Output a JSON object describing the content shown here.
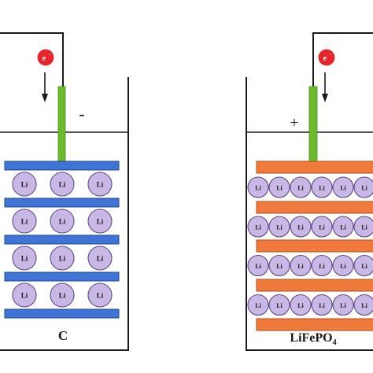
{
  "left_cell": {
    "electron_label": "e",
    "electron_charge": "-",
    "polarity": "-",
    "material": "C",
    "ion_label": "Li",
    "ion_rows": 4,
    "ion_columns": 3,
    "layer_color": "#3f73d6",
    "ion_fill": "#c9b8e6",
    "electrode_color": "#6aba2a"
  },
  "right_cell": {
    "electron_label": "e",
    "electron_charge": "-",
    "polarity": "+",
    "material_prefix": "LiFePO",
    "material_subscript": "4",
    "ion_label": "Li",
    "ion_rows": 4,
    "ion_columns": 6,
    "layer_color": "#ef7a3c",
    "ion_fill": "#c9b8e6",
    "electrode_color": "#6aba2a"
  },
  "colors": {
    "electron_fill": "#e8232a",
    "wire": "#1a1a1a"
  }
}
